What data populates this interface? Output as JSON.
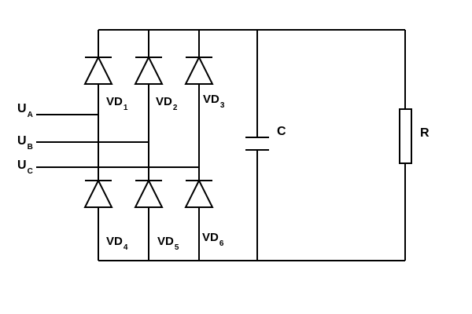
{
  "labels": {
    "ua": {
      "main": "U",
      "sub": "A"
    },
    "ub": {
      "main": "U",
      "sub": "B"
    },
    "uc": {
      "main": "U",
      "sub": "C"
    },
    "vd1": {
      "main": "VD",
      "sub": "1"
    },
    "vd2": {
      "main": "VD",
      "sub": "2"
    },
    "vd3": {
      "main": "VD",
      "sub": "3"
    },
    "vd4": {
      "main": "VD",
      "sub": "4"
    },
    "vd5": {
      "main": "VD",
      "sub": "5"
    },
    "vd6": {
      "main": "VD",
      "sub": "6"
    },
    "c": "C",
    "r": "R"
  },
  "colors": {
    "line": "#000000",
    "background": "#ffffff"
  }
}
